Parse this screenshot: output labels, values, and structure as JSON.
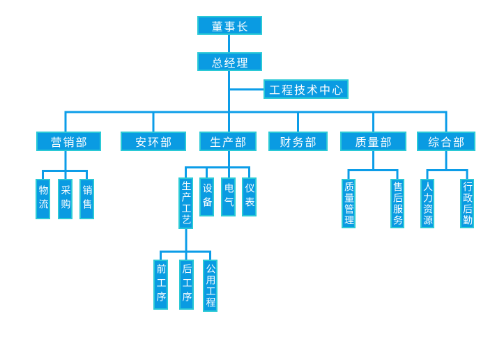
{
  "colors": {
    "box_fill": "#0A9BE2",
    "box_border": "#2AC9D6",
    "connector_line": "#0C9DE8",
    "text": "#FFFFFF",
    "background": "#FFFFFF"
  },
  "org": {
    "chairman": {
      "label": "董事长"
    },
    "general_manager": {
      "label": "总经理"
    },
    "engineering_center": {
      "label": "工程技术中心"
    },
    "departments": [
      {
        "id": "marketing",
        "label": "营销部",
        "children": [
          {
            "label": "物流"
          },
          {
            "label": "采购"
          },
          {
            "label": "销售"
          }
        ]
      },
      {
        "id": "safety-environment",
        "label": "安环部",
        "children": []
      },
      {
        "id": "production",
        "label": "生产部",
        "children": [
          {
            "label": "生产工艺",
            "children": [
              {
                "label": "前工序"
              },
              {
                "label": "后工序"
              },
              {
                "label": "公用工程"
              }
            ]
          },
          {
            "label": "设备"
          },
          {
            "label": "电气"
          },
          {
            "label": "仪表"
          }
        ]
      },
      {
        "id": "finance",
        "label": "财务部",
        "children": []
      },
      {
        "id": "quality",
        "label": "质量部",
        "children": [
          {
            "label": "质量管理"
          },
          {
            "label": "售后服务"
          }
        ]
      },
      {
        "id": "general-affairs",
        "label": "综合部",
        "children": [
          {
            "label": "人力资源"
          },
          {
            "label": "行政后勤"
          }
        ]
      }
    ]
  }
}
